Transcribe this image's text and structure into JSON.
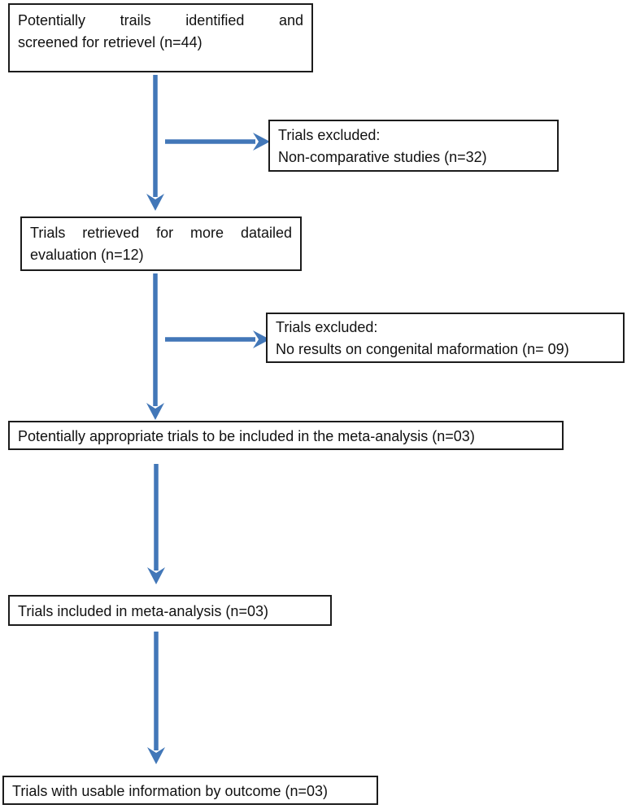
{
  "figure": {
    "type": "flowchart",
    "background_color": "#ffffff",
    "box_border_color": "#1c1c1c",
    "text_color": "#111111",
    "arrow_color": "#4277b8",
    "nodes": [
      {
        "id": "identified",
        "lines": [
          "Potentially trails identified and",
          "screened for retrievel (n=44)"
        ],
        "n_label": "n=44"
      },
      {
        "id": "excluded-noncomparative",
        "lines": [
          "Trials excluded:",
          "Non-comparative studies (n=32)"
        ],
        "n_label": "n=32"
      },
      {
        "id": "retrieved",
        "lines": [
          "Trials retrieved for more datailed",
          "evaluation (n=12)"
        ],
        "n_label": "n=12"
      },
      {
        "id": "excluded-no-congenital-results",
        "lines": [
          "Trials excluded:",
          "No results on congenital maformation (n= 09)"
        ],
        "n_label": "n= 09"
      },
      {
        "id": "appropriate",
        "lines": [
          "Potentially appropriate trials to be included in the meta-analysis (n=03)"
        ],
        "n_label": "n=03"
      },
      {
        "id": "included",
        "lines": [
          "Trials included in meta-analysis (n=03)"
        ],
        "n_label": "n=03"
      },
      {
        "id": "usable",
        "lines": [
          "Trials with usable information by outcome (n=03)"
        ],
        "n_label": "n=03"
      }
    ]
  }
}
